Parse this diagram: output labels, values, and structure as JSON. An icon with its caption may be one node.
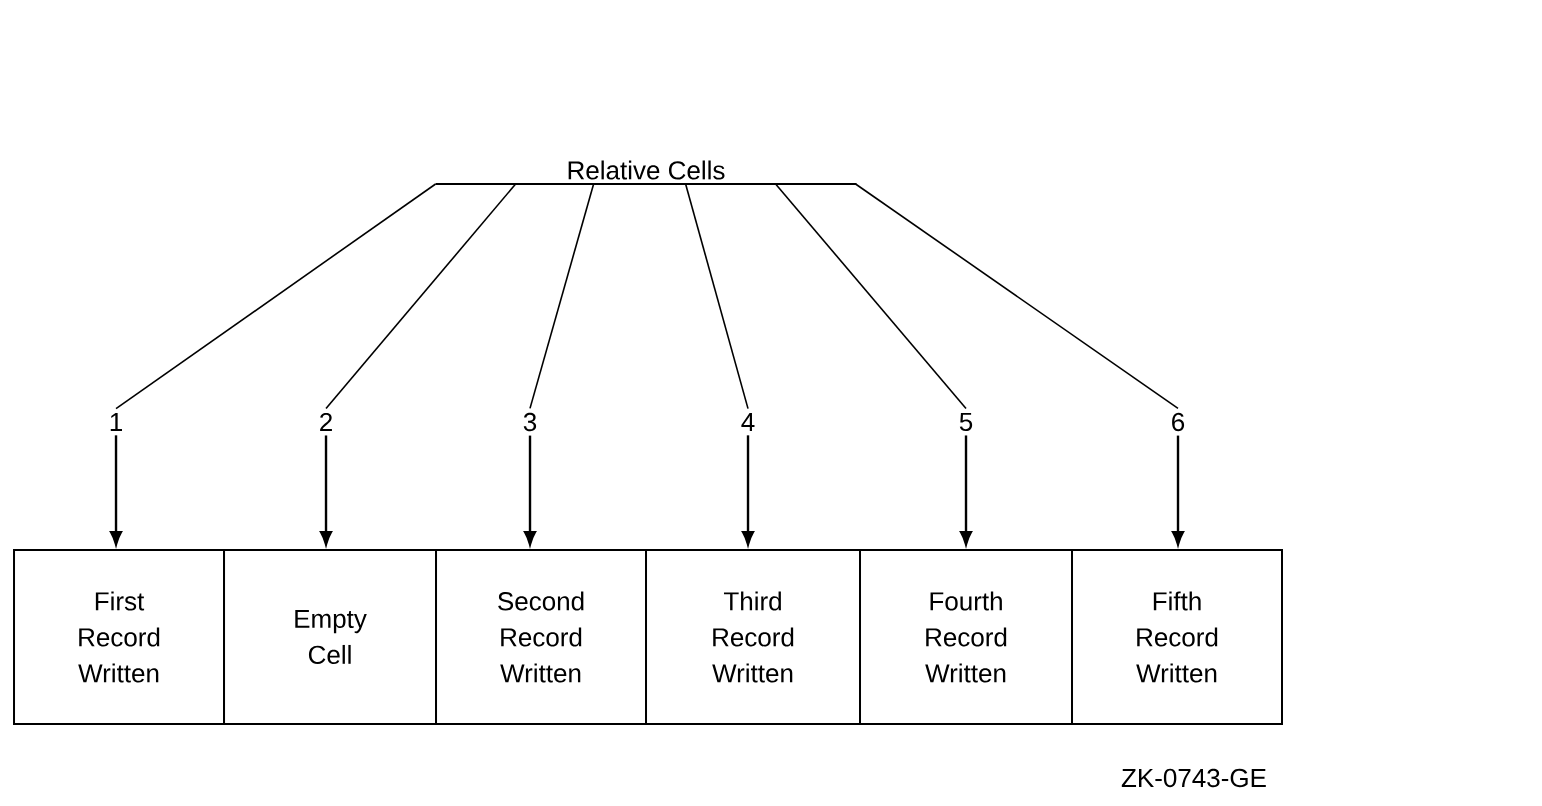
{
  "diagram": {
    "nodes": [
      {
        "text": [
          "Relative Cells"
        ]
      },
      {
        "text": [
          "1"
        ]
      },
      {
        "text": [
          "2"
        ]
      },
      {
        "text": [
          "3"
        ]
      },
      {
        "text": [
          "4"
        ]
      },
      {
        "text": [
          "5"
        ]
      },
      {
        "text": [
          "6"
        ]
      },
      {
        "text": [
          "First Record Written"
        ]
      },
      {
        "text": [
          "Empty Cell"
        ]
      },
      {
        "text": [
          "Second Record Written"
        ]
      },
      {
        "text": [
          "Third Record Written"
        ]
      },
      {
        "text": [
          "Fourth Record Written"
        ]
      },
      {
        "text": [
          "Fifth Record Written"
        ]
      }
    ],
    "edges": [
      {
        "from": 0,
        "to": 1,
        "arrow": "none"
      },
      {
        "from": 0,
        "to": 2,
        "arrow": "none"
      },
      {
        "from": 0,
        "to": 3,
        "arrow": "none"
      },
      {
        "from": 0,
        "to": 4,
        "arrow": "none"
      },
      {
        "from": 0,
        "to": 5,
        "arrow": "none"
      },
      {
        "from": 0,
        "to": 6,
        "arrow": "none"
      },
      {
        "from": 1,
        "to": 7,
        "arrow": "to"
      },
      {
        "from": 2,
        "to": 8,
        "arrow": "to"
      },
      {
        "from": 3,
        "to": 9,
        "arrow": "to"
      },
      {
        "from": 4,
        "to": 10,
        "arrow": "to"
      },
      {
        "from": 5,
        "to": 11,
        "arrow": "to"
      },
      {
        "from": 6,
        "to": 12,
        "arrow": "to"
      }
    ],
    "labels": [
      "ZK-0743-GE"
    ]
  }
}
